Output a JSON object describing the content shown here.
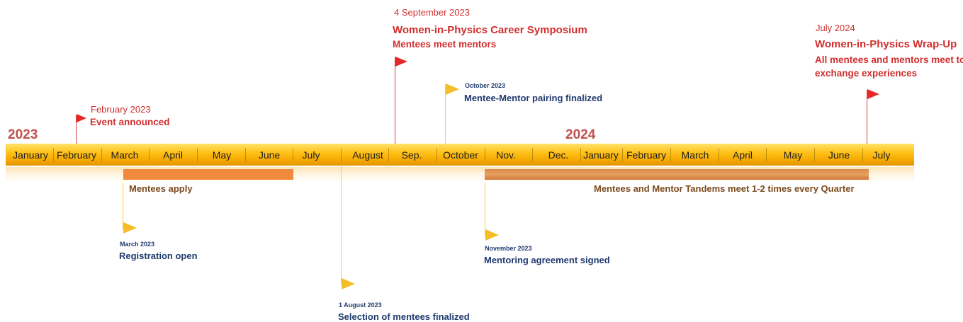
{
  "years": {
    "first": "2023",
    "second": "2024"
  },
  "months": [
    "January",
    "February",
    "March",
    "April",
    "May",
    "June",
    "July",
    "August",
    "Sep.",
    "October",
    "Nov.",
    "Dec.",
    "January",
    "February",
    "March",
    "April",
    "May",
    "June",
    "July"
  ],
  "phases": {
    "apply": "Mentees apply",
    "tandems": "Mentees and Mentor Tandems meet 1-2 times every Quarter"
  },
  "events_above": {
    "feb": {
      "date": "February 2023",
      "title": "Event announced"
    },
    "sep": {
      "date": "4 September 2023",
      "title": "Women-in-Physics Career Symposium",
      "subtitle": "Mentees meet mentors"
    },
    "oct": {
      "date": "October 2023",
      "title": "Mentee-Mentor pairing finalized"
    },
    "jul24": {
      "date": "July 2024",
      "title": "Women-in-Physics Wrap-Up",
      "line1": "All mentees and mentors meet to",
      "line2": "exchange experiences"
    }
  },
  "events_below": {
    "mar": {
      "date": "March 2023",
      "title": "Registration open"
    },
    "aug": {
      "date": "1 August 2023",
      "title": "Selection of mentees finalized"
    },
    "nov": {
      "date": "November 2023",
      "title": "Mentoring agreement signed"
    }
  },
  "colors": {
    "milestone_red": "#e82828",
    "milestone_yellow": "#f3be28",
    "bar": "#ffc21a",
    "phase_apply": "#f08a3c",
    "phase_tandem": "#d98a4a"
  }
}
